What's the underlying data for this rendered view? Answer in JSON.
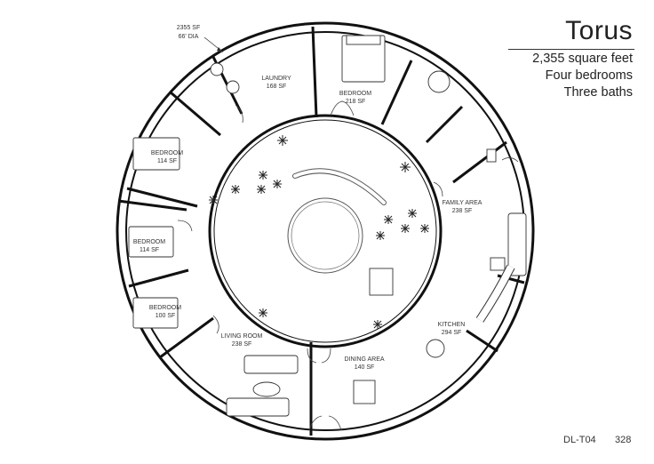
{
  "plan": {
    "title": "Torus",
    "details": [
      "2,355 square feet",
      "Four bedrooms",
      "Three baths"
    ],
    "dome": {
      "area": "2355 SF",
      "diameter": "66' DIA"
    },
    "drawing_code": "DL-T04",
    "page_number": "328"
  },
  "rooms": [
    {
      "name": "LAUNDRY",
      "area": "168 SF"
    },
    {
      "name": "BEDROOM",
      "area": "218 SF"
    },
    {
      "name": "BEDROOM",
      "area": "114 SF"
    },
    {
      "name": "BEDROOM",
      "area": "114 SF"
    },
    {
      "name": "BEDROOM",
      "area": "100 SF"
    },
    {
      "name": "FAMILY AREA",
      "area": "238 SF"
    },
    {
      "name": "KITCHEN",
      "area": "294 SF"
    },
    {
      "name": "LIVING ROOM",
      "area": "238 SF"
    },
    {
      "name": "DINING AREA",
      "area": "140 SF"
    }
  ]
}
